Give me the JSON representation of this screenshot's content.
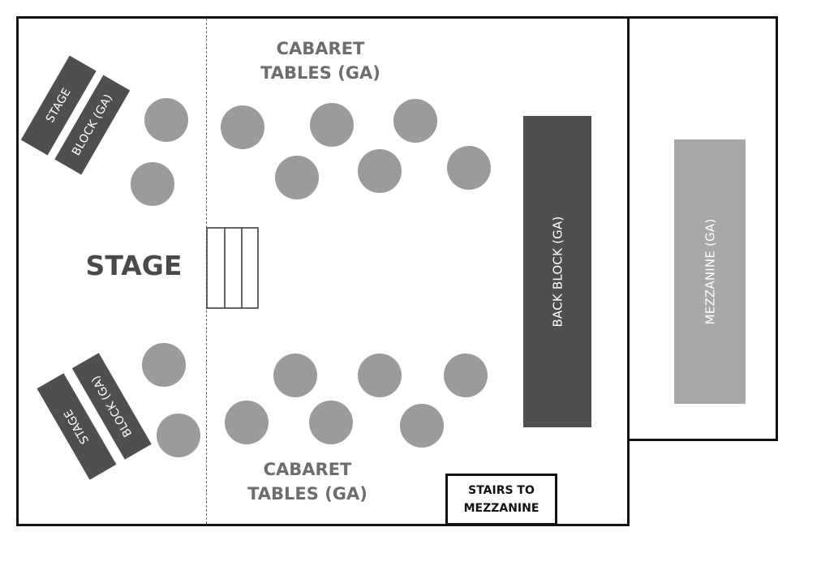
{
  "main_hall": {
    "stage_label": "STAGE",
    "cabaret_top": [
      "CABARET",
      "TABLES (GA)"
    ],
    "cabaret_bottom": [
      "CABARET",
      "TABLES (GA)"
    ],
    "back_block_label": "BACK BLOCK (GA)",
    "stairs_label": [
      "STAIRS TO",
      "MEZZANINE"
    ]
  },
  "stage_blocks": {
    "top_left": [
      "STAGE",
      "BLOCK (GA)"
    ],
    "bottom_left": [
      "STAGE",
      "BLOCK (GA)"
    ]
  },
  "mezzanine": {
    "label": "MEZZANINE (GA)"
  },
  "colors": {
    "outline": "#111111",
    "table": "#9b9b9b",
    "dark_block": "#4f4f4f",
    "mezzanine_block": "#a8a8a8",
    "label_text": "#6d6d6d"
  }
}
